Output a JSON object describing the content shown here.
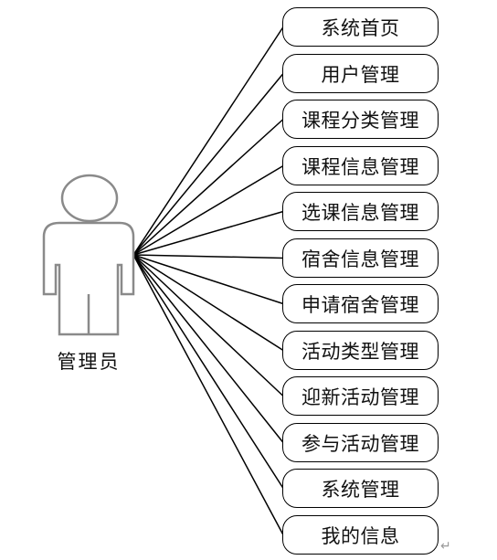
{
  "actor": {
    "label": "管理员"
  },
  "use_cases": [
    {
      "label": "系统首页"
    },
    {
      "label": "用户管理"
    },
    {
      "label": "课程分类管理"
    },
    {
      "label": "课程信息管理"
    },
    {
      "label": "选课信息管理"
    },
    {
      "label": "宿舍信息管理"
    },
    {
      "label": "申请宿舍管理"
    },
    {
      "label": "活动类型管理"
    },
    {
      "label": "迎新活动管理"
    },
    {
      "label": "参与活动管理"
    },
    {
      "label": "系统管理"
    },
    {
      "label": "我的信息"
    }
  ],
  "paragraph_mark": "↵",
  "colors": {
    "line": "#000000",
    "actor_outline": "#8a8a8a",
    "box_border": "#000000"
  }
}
